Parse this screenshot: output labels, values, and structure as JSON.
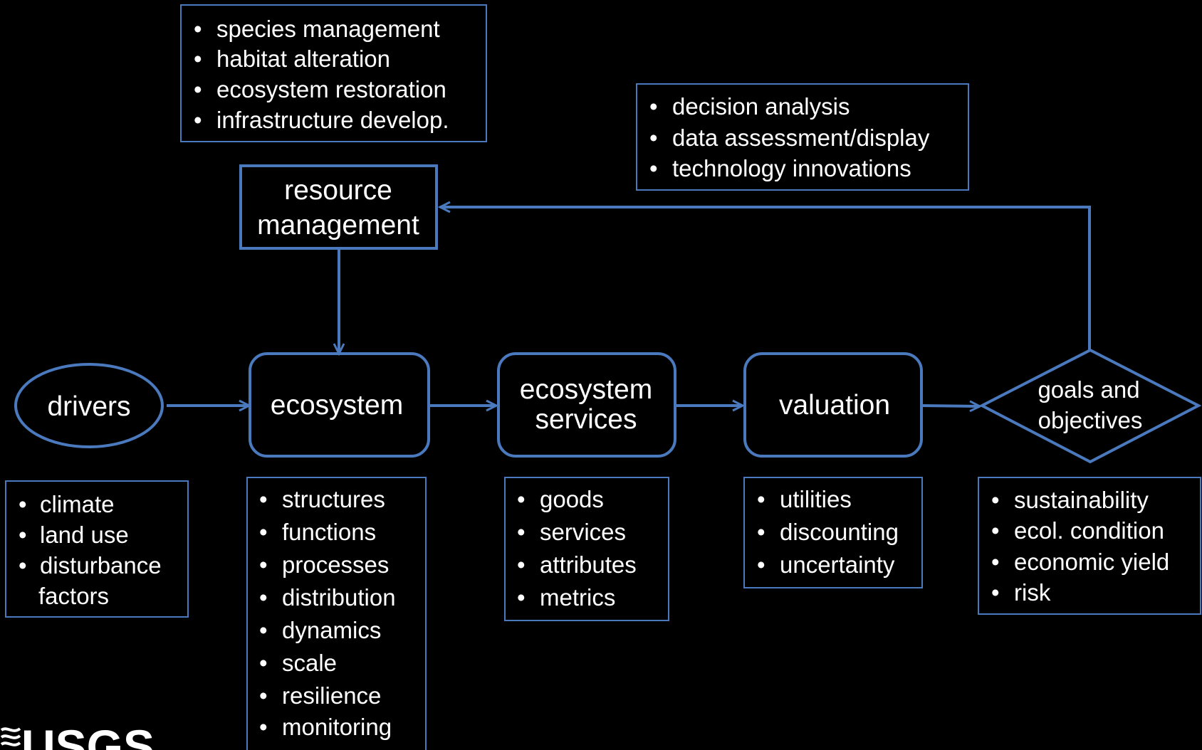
{
  "colors": {
    "background": "#000000",
    "stroke": "#4a79bd",
    "text": "#ffffff"
  },
  "nodes": {
    "drivers": "drivers",
    "ecosystem": "ecosystem",
    "services": [
      "ecosystem",
      "services"
    ],
    "valuation": "valuation",
    "goals": [
      "goals and",
      "objectives"
    ],
    "resource": [
      "resource",
      "management"
    ]
  },
  "lists": {
    "resource_actions": [
      "species management",
      "habitat alteration",
      "ecosystem restoration",
      "infrastructure develop."
    ],
    "decision_tools": [
      "decision analysis",
      "data assessment/display",
      "technology innovations"
    ],
    "drivers": [
      "climate",
      "land use",
      "disturbance",
      "factors"
    ],
    "ecosystem": [
      "structures",
      "functions",
      "processes",
      "distribution",
      "dynamics",
      "scale",
      "resilience",
      "monitoring"
    ],
    "services": [
      "goods",
      "services",
      "attributes",
      "metrics"
    ],
    "valuation": [
      "utilities",
      "discounting",
      "uncertainty"
    ],
    "goals": [
      "sustainability",
      "ecol. condition",
      "economic yield",
      "risk"
    ]
  },
  "logo": {
    "text": "USGS",
    "icon": "usgs-wave-icon"
  }
}
